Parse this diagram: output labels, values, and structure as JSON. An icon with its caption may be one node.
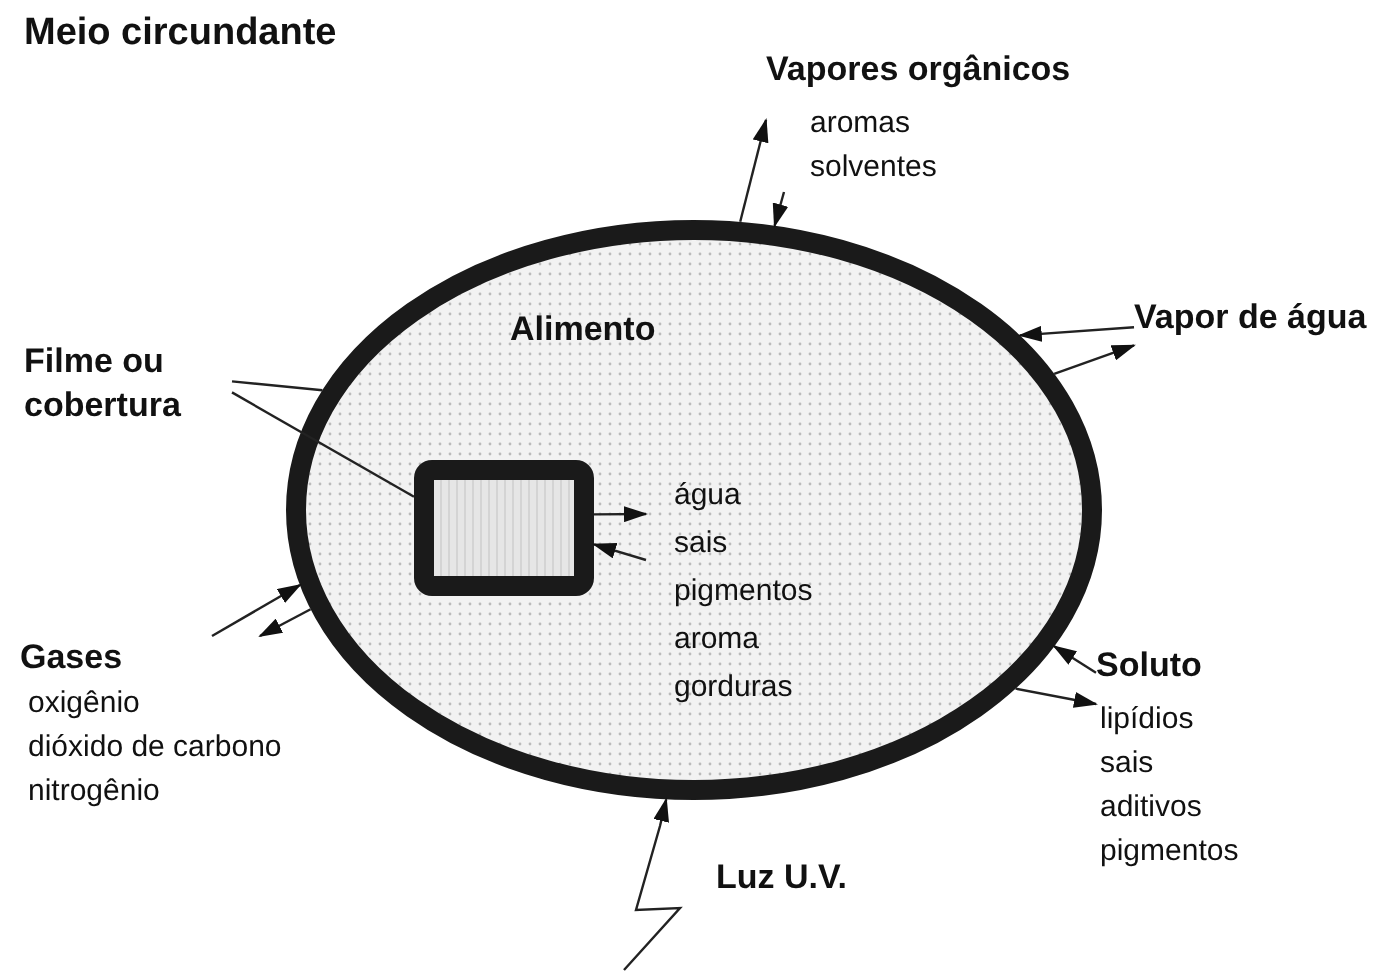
{
  "diagram": {
    "title": "Meio circundante",
    "nodes": [
      {
        "text": [
          "Alimento"
        ]
      },
      {
        "text": [],
        "shape": "box",
        "in": 0,
        "beside": [
          "água",
          "sais",
          "pigmentos",
          "aroma",
          "gorduras"
        ]
      },
      {
        "text": [
          "Filme ou cobertura"
        ]
      },
      {
        "text": [
          "Vapores orgânicos"
        ],
        "beside": [
          "aromas",
          "solventes"
        ]
      },
      {
        "text": [
          "Vapor de água"
        ]
      },
      {
        "text": [
          "Gases"
        ],
        "beside": [
          "oxigênio",
          "dióxido de carbono",
          "nitrogênio"
        ]
      },
      {
        "text": [
          "Soluto"
        ],
        "beside": [
          "lipídios",
          "sais",
          "aditivos",
          "pigmentos"
        ]
      }
    ],
    "edges": [
      {
        "from": 2,
        "to": 0,
        "arrow": "none"
      },
      {
        "from": 2,
        "to": 1,
        "arrow": "none"
      },
      {
        "from": 0,
        "to": 3,
        "arrow": "to"
      },
      {
        "from": 3,
        "to": 0,
        "arrow": "to"
      },
      {
        "from": 4,
        "to": 0,
        "arrow": "to"
      },
      {
        "from": 0,
        "to": 4,
        "arrow": "to"
      },
      {
        "from": 5,
        "to": 0,
        "arrow": "to"
      },
      {
        "from": 0,
        "to": 5,
        "arrow": "to"
      },
      {
        "from": 6,
        "to": 0,
        "arrow": "to"
      },
      {
        "from": 0,
        "to": 6,
        "arrow": "to"
      },
      {
        "from": 1,
        "to": null,
        "arrow": "to"
      },
      {
        "from": null,
        "to": 1,
        "arrow": "to"
      },
      {
        "from": null,
        "to": 0,
        "arrow": "to",
        "label": "Luz U.V."
      }
    ]
  }
}
